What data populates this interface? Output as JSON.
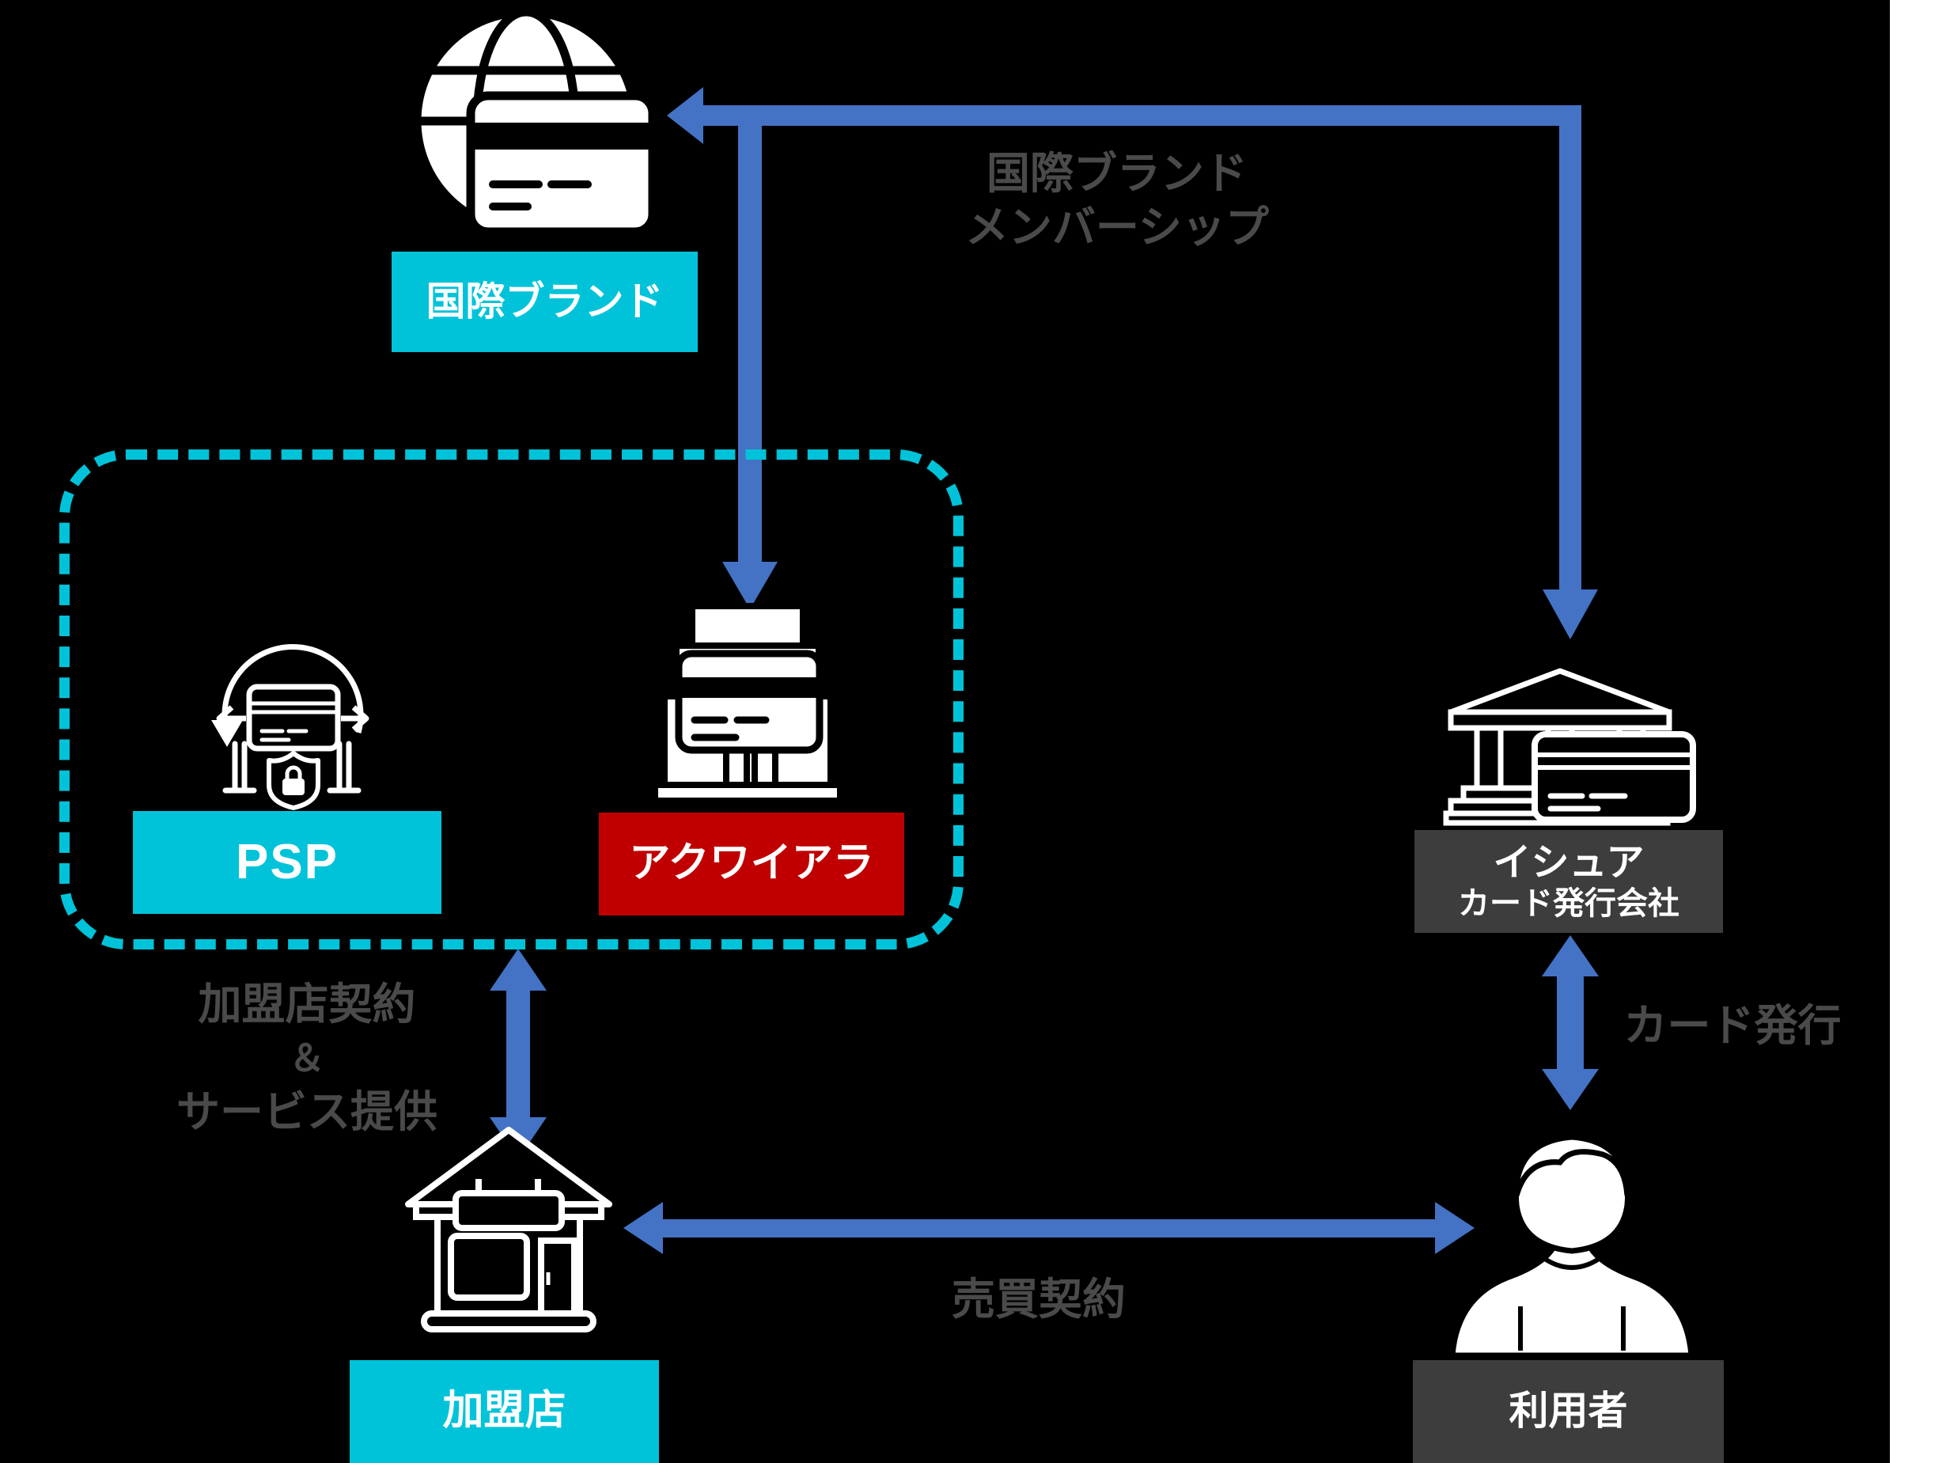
{
  "colors": {
    "background": "#000000",
    "arrow_blue": "#4472c4",
    "cyan_accent": "#00c3d9",
    "red_accent": "#c00000",
    "dark_box": "#3d3d3d",
    "edge_text_gray": "#4a4a4a",
    "white": "#ffffff"
  },
  "nodes": {
    "brand": {
      "label": "国際ブランド",
      "icon": "globe-credit-card-icon"
    },
    "psp": {
      "label": "PSP",
      "icon": "secure-payment-icon"
    },
    "acquirer": {
      "label": "アクワイアラ",
      "icon": "building-credit-card-icon"
    },
    "issuer": {
      "label": "イシュア",
      "sublabel": "カード発行会社",
      "icon": "bank-credit-card-icon"
    },
    "merchant": {
      "label": "加盟店",
      "icon": "store-icon"
    },
    "user": {
      "label": "利用者",
      "icon": "person-icon"
    }
  },
  "edges": {
    "membership": {
      "line1": "国際ブランド",
      "line2": "メンバーシップ"
    },
    "merchant_contract": {
      "line1": "加盟店契約",
      "line2": "＆",
      "line3": "サービス提供"
    },
    "card_issuance": {
      "label": "カード発行"
    },
    "sale_contract": {
      "label": "売買契約"
    }
  }
}
